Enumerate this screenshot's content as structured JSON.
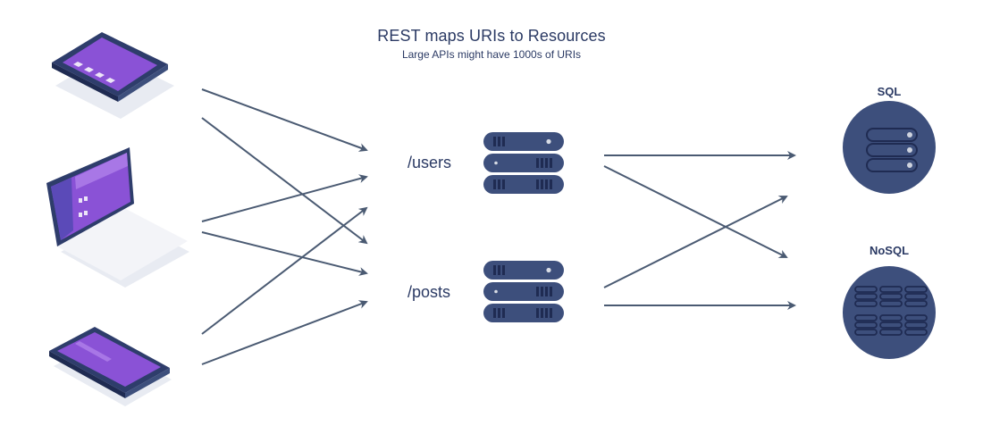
{
  "title": "REST maps URIs to Resources",
  "subtitle": "Large APIs might have 1000s of URIs",
  "routes": {
    "users": "/users",
    "posts": "/posts"
  },
  "databases": {
    "sql": "SQL",
    "nosql": "NoSQL"
  },
  "colors": {
    "navy": "#3d4f7c",
    "dark_navy": "#2b3a64",
    "arrow": "#4a5a72",
    "purple": "#8a52d6",
    "purple_light": "#a877e6",
    "device_shadow": "#e8ebf2"
  },
  "icons": {
    "clients": [
      "tablet-icon",
      "laptop-icon",
      "phone-icon"
    ],
    "servers": [
      "server-stack-icon",
      "server-stack-icon"
    ],
    "databases": [
      "sql-database-icon",
      "nosql-database-icon"
    ]
  }
}
